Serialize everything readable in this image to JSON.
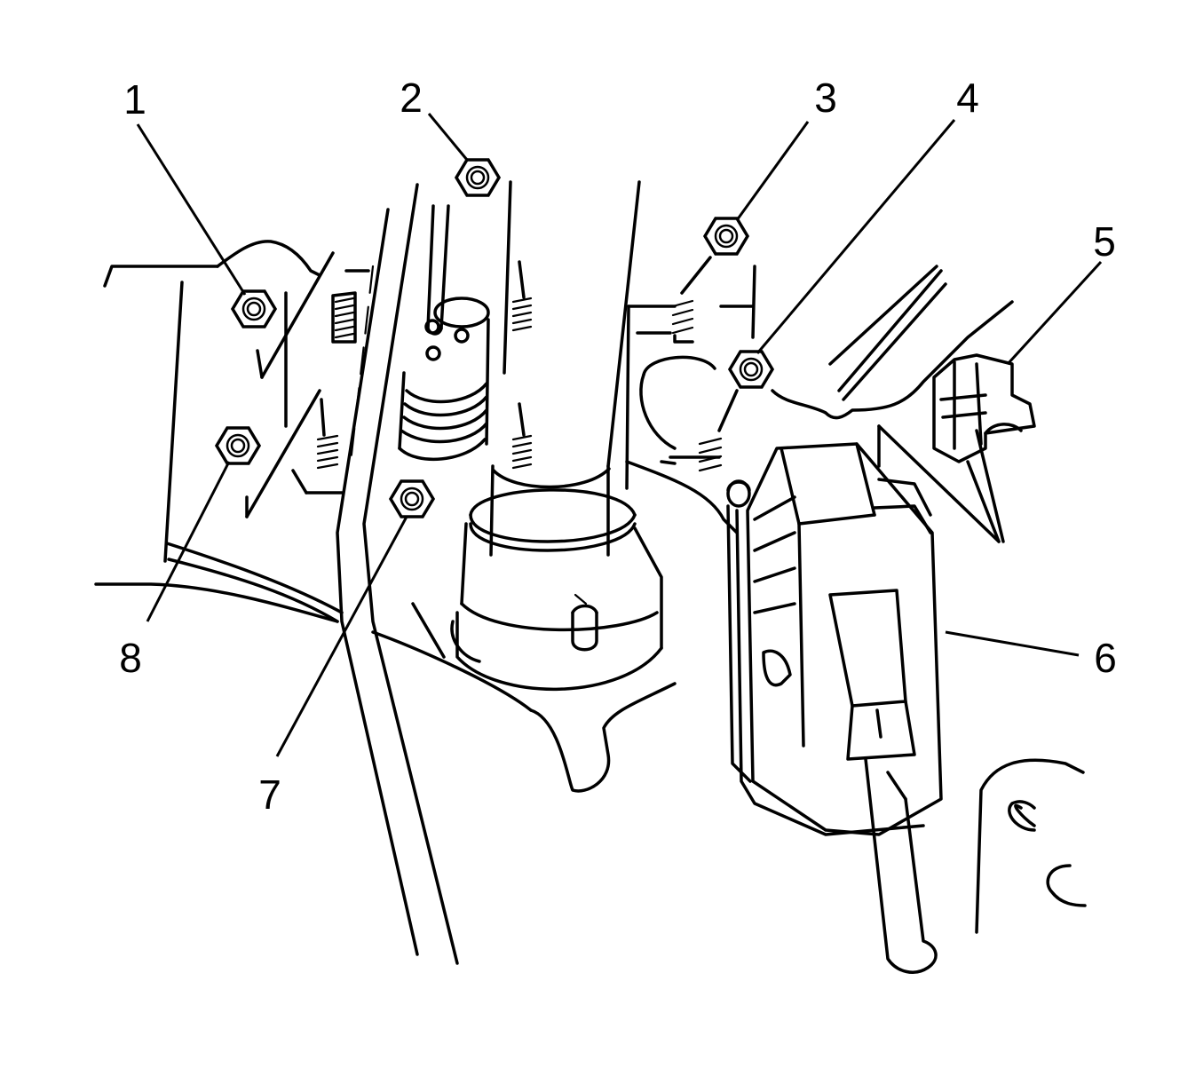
{
  "callouts": [
    {
      "label": "1",
      "part": "nut"
    },
    {
      "label": "2",
      "part": "nut"
    },
    {
      "label": "3",
      "part": "nut"
    },
    {
      "label": "4",
      "part": "nut"
    },
    {
      "label": "5",
      "part": "connector"
    },
    {
      "label": "6",
      "part": "module"
    },
    {
      "label": "7",
      "part": "nut"
    },
    {
      "label": "8",
      "part": "nut"
    }
  ]
}
